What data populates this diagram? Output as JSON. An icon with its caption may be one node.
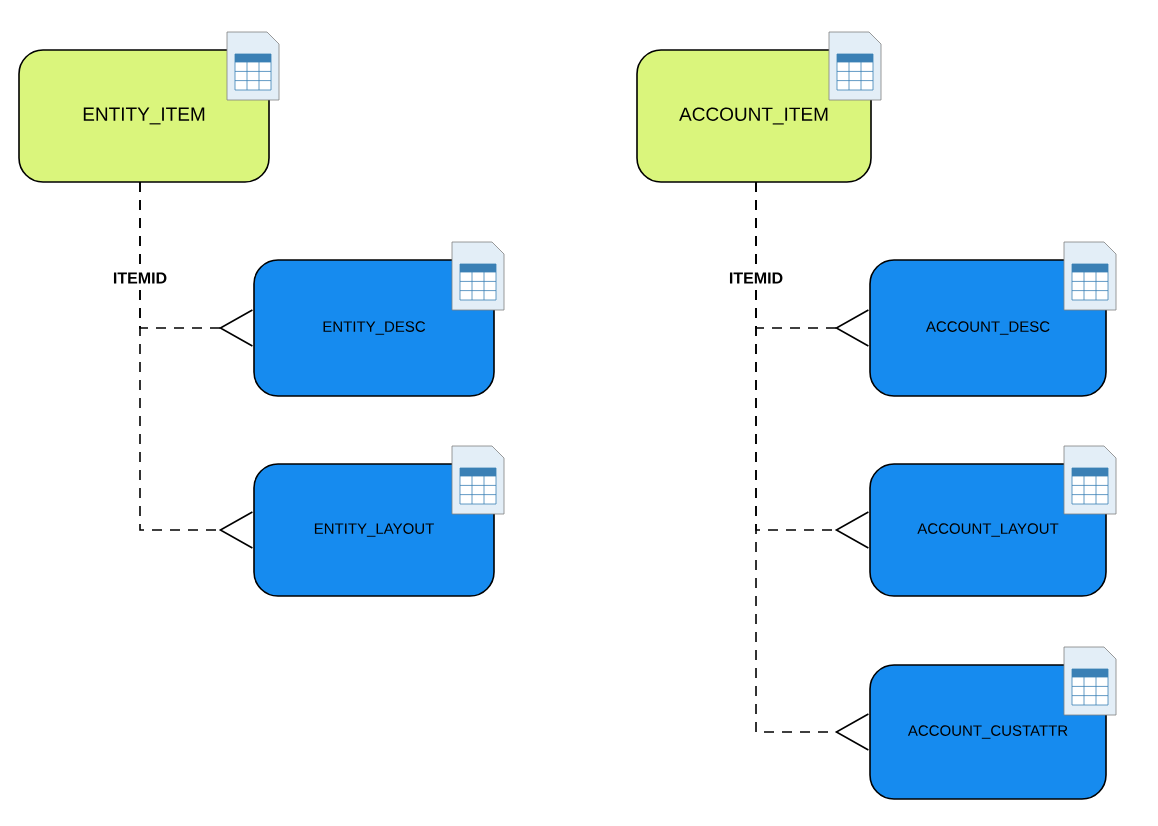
{
  "diagram": {
    "nodes": [
      {
        "text": [
          "ENTITY_ITEM"
        ]
      },
      {
        "text": [
          "ENTITY_DESC"
        ]
      },
      {
        "text": [
          "ENTITY_LAYOUT"
        ]
      },
      {
        "text": [
          "ACCOUNT_ITEM"
        ]
      },
      {
        "text": [
          "ACCOUNT_DESC"
        ]
      },
      {
        "text": [
          "ACCOUNT_LAYOUT"
        ]
      },
      {
        "text": [
          "ACCOUNT_CUSTATTR"
        ]
      }
    ],
    "edges": [
      {
        "from": 0,
        "to": 1,
        "arrow": "other",
        "style": "dashed",
        "label": "ITEMID"
      },
      {
        "from": 0,
        "to": 2,
        "arrow": "other",
        "style": "dashed"
      },
      {
        "from": 3,
        "to": 4,
        "arrow": "other",
        "style": "dashed",
        "label": "ITEMID"
      },
      {
        "from": 3,
        "to": 5,
        "arrow": "other",
        "style": "dashed"
      },
      {
        "from": 3,
        "to": 6,
        "arrow": "other",
        "style": "dashed"
      }
    ]
  }
}
